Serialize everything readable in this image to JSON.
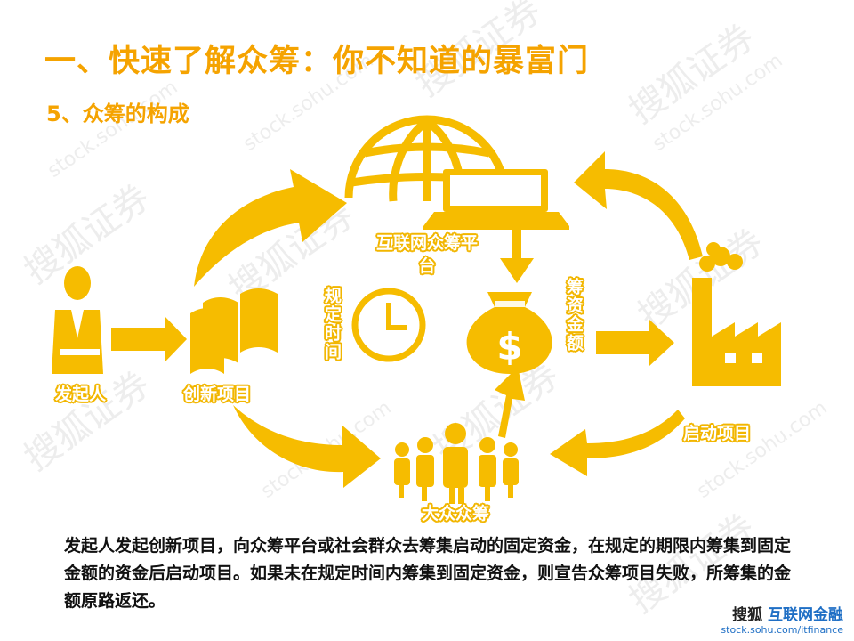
{
  "title": "一、快速了解众筹：你不知道的暴富门",
  "subtitle": "5、众筹的构成",
  "labels": {
    "initiator": "发起人",
    "project": "创新项目",
    "platform": "互联网众筹平台",
    "time": "规定时间",
    "amount": "筹资金额",
    "launch": "启动项目",
    "public": "大众众筹"
  },
  "description": "发起人发起创新项目，向众筹平台或社会群众去筹集启动的固定资金，在规定的期限内筹集到固定金额的资金后启动项目。如果未在规定时间内筹集到固定资金，则宣告众筹项目失败，所筹集的金额原路返还。",
  "brand": {
    "name": "搜狐",
    "sub": "互联网金融",
    "url": "stock.sohu.com/itfinance"
  },
  "watermark": {
    "cn": "搜狐证券",
    "url": "stock.sohu.com"
  },
  "icons": [
    "person-icon",
    "book-icon",
    "globe-icon",
    "laptop-icon",
    "clock-icon",
    "money-bag-icon",
    "factory-icon",
    "crowd-icon"
  ],
  "colors": {
    "accent": "#F5A300",
    "icon": "#F6BC00",
    "brand_blue": "#1F6FC5"
  }
}
